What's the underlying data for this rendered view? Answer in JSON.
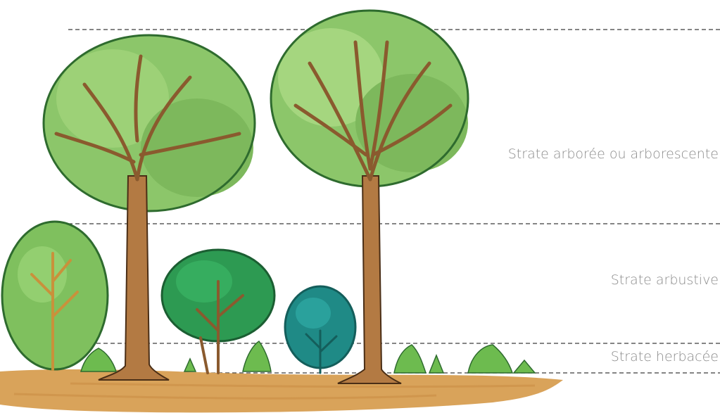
{
  "strata": {
    "arborescent": "Strate arborée ou arborescente",
    "arbustive": "Strate arbustive",
    "herbacee": "Strate herbacée"
  },
  "colors": {
    "line": "#3c3c3c",
    "label": "#8c8c8c",
    "ground": "#d9a35a",
    "trunk": "#b37a43",
    "foliage_light": "#8cc66a",
    "foliage_dark": "#2e6b2e",
    "shrub_green": "#2d9a52",
    "shrub_teal": "#1f8a86"
  }
}
